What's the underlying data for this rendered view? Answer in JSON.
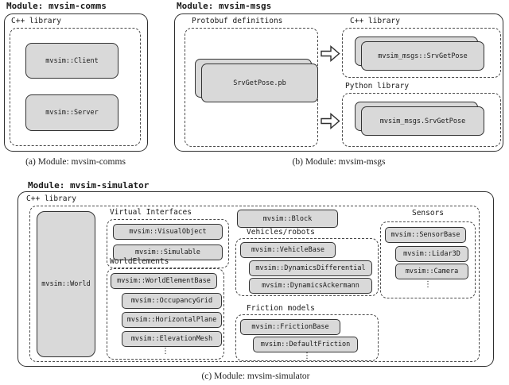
{
  "colors": {
    "box_fill": "#d9d9d9",
    "border": "#333333",
    "background": "#ffffff"
  },
  "symbols": {
    "vertical_ellipsis": "⋮"
  },
  "panels": {
    "comms": {
      "title": "Module: mvsim-comms",
      "library_label": "C++ library",
      "client_box": "mvsim::Client",
      "server_box": "mvsim::Server",
      "caption": "(a) Module: mvsim-comms"
    },
    "msgs": {
      "title": "Module: mvsim-msgs",
      "protobuf_label": "Protobuf definitions",
      "protobuf_box": "SrvGetPose.pb",
      "cpp_label": "C++ library",
      "cpp_box": "mvsim_msgs::SrvGetPose",
      "python_label": "Python library",
      "python_box": "mvsim_msgs.SrvGetPose",
      "caption": "(b) Module: mvsim-msgs"
    },
    "simulator": {
      "title": "Module: mvsim-simulator",
      "library_label": "C++ library",
      "world_box": "mvsim::World",
      "block_box": "mvsim::Block",
      "groups": {
        "virtual_interfaces": {
          "label": "Virtual Interfaces",
          "items": [
            {
              "label": "mvsim::VisualObject"
            },
            {
              "label": "mvsim::Simulable"
            }
          ]
        },
        "world_elements": {
          "label": "WorldElements",
          "items": [
            {
              "label": "mvsim::WorldElementBase"
            },
            {
              "label": "mvsim::OccupancyGrid"
            },
            {
              "label": "mvsim::HorizontalPlane"
            },
            {
              "label": "mvsim::ElevationMesh"
            }
          ]
        },
        "vehicles": {
          "label": "Vehicles/robots",
          "items": [
            {
              "label": "mvsim::VehicleBase"
            },
            {
              "label": "mvsim::DynamicsDifferential"
            },
            {
              "label": "mvsim::DynamicsAckermann"
            }
          ]
        },
        "friction": {
          "label": "Friction models",
          "items": [
            {
              "label": "mvsim::FrictionBase"
            },
            {
              "label": "mvsim::DefaultFriction"
            }
          ]
        },
        "sensors": {
          "label": "Sensors",
          "items": [
            {
              "label": "mvsim::SensorBase"
            },
            {
              "label": "mvsim::Lidar3D"
            },
            {
              "label": "mvsim::Camera"
            }
          ]
        }
      },
      "caption": "(c) Module: mvsim-simulator"
    }
  }
}
